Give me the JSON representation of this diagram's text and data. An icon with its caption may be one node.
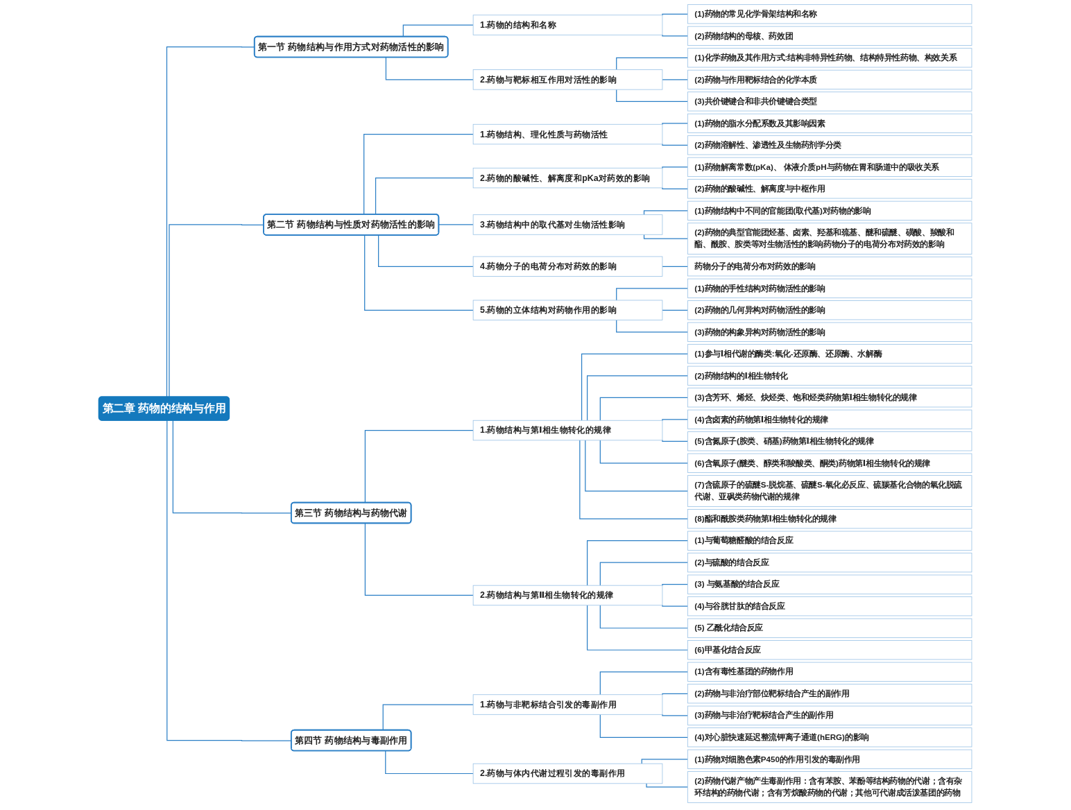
{
  "diagram": {
    "nodes": [
      {
        "text": [
          "第二章 药物的结构与作用"
        ]
      },
      {
        "text": [
          "第一节 药物结构与作用方式对药物活性的影响"
        ]
      },
      {
        "text": [
          "1.药物的结构和名称"
        ]
      },
      {
        "text": [
          "(1)药物的常见化学骨架结构和名称"
        ]
      },
      {
        "text": [
          "(2)药物结构的母核、药效团"
        ]
      },
      {
        "text": [
          "2.药物与靶标相互作用对活性的影响"
        ]
      },
      {
        "text": [
          "(1)化学药物及其作用方式:结构非特异性药物、结构特异性药物、构效关系"
        ]
      },
      {
        "text": [
          "(2)药物与作用靶标结合的化学本质"
        ]
      },
      {
        "text": [
          "(3)共价键键合和非共价键键合类型"
        ]
      },
      {
        "text": [
          "第二节 药物结构与性质对药物活性的影响"
        ]
      },
      {
        "text": [
          "1.药物结构、理化性质与药物活性"
        ]
      },
      {
        "text": [
          "(1)药物的脂水分配系数及其影响因素"
        ]
      },
      {
        "text": [
          "(2)药物溶解性、渗透性及生物药剂学分类"
        ]
      },
      {
        "text": [
          "2.药物的酸碱性、解离度和pKa对药效的影响"
        ]
      },
      {
        "text": [
          "(1)药物解离常数(pKa)、 体液介质pH与药物在胃和肠道中的吸收关系"
        ]
      },
      {
        "text": [
          "(2)药物的酸碱性、解离度与中枢作用"
        ]
      },
      {
        "text": [
          "3.药物结构中的取代基对生物活性影响"
        ]
      },
      {
        "text": [
          "(1)药物结构中不同的官能团(取代基)对药物的影响"
        ]
      },
      {
        "text": [
          "(2)药物的典型官能团烃基、卤素、羟基和巯基、醚和硫醚、磺酸、羧酸和酯、酰胺、胺类等对生物活性的影响药物分子的电荷分布对药效的影响"
        ]
      },
      {
        "text": [
          "4.药物分子的电荷分布对药效的影响"
        ]
      },
      {
        "text": [
          "药物分子的电荷分布对药效的影响"
        ]
      },
      {
        "text": [
          "5.药物的立体结构对药物作用的影响"
        ]
      },
      {
        "text": [
          "(1)药物的手性结构对药物活性的影响"
        ]
      },
      {
        "text": [
          "(2)药物的几何异构对药物活性的影响"
        ]
      },
      {
        "text": [
          "(3)药物的构象异构对药物活性的影响"
        ]
      },
      {
        "text": [
          "第三节 药物结构与药物代谢"
        ]
      },
      {
        "text": [
          "1.药物结构与第Ⅰ相生物转化的规律"
        ]
      },
      {
        "text": [
          "(1)参与Ⅰ相代谢的酶类:氧化-还原酶、还原酶、水解酶"
        ]
      },
      {
        "text": [
          "(2)药物结构的Ⅰ相生物转化"
        ]
      },
      {
        "text": [
          "(3)含芳环、烯烃、炔烃类、饱和烃类药物第Ⅰ相生物转化的规律"
        ]
      },
      {
        "text": [
          "(4)含卤素的药物第Ⅰ相生物转化的规律"
        ]
      },
      {
        "text": [
          "(5)含氮原子(胺类、硝基)药物第Ⅰ相生物转化的规律"
        ]
      },
      {
        "text": [
          "(6)含氧原子(醚类、醇类和羧酸类、酮类)药物第Ⅰ相生物转化的规律"
        ]
      },
      {
        "text": [
          "(7)含硫原子的硫醚S-脱烷基、硫醚S-氧化必反应、硫羰基化合物的氧化脱硫代谢、亚砜类药物代谢的规律"
        ]
      },
      {
        "text": [
          "(8)酯和酰胺类药物第Ⅰ相生物转化的规律"
        ]
      },
      {
        "text": [
          "2.药物结构与第Ⅱ相生物转化的规律"
        ]
      },
      {
        "text": [
          "(1)与葡萄糖醛酸的结合反应"
        ]
      },
      {
        "text": [
          "(2)与硫酸的结合反应"
        ]
      },
      {
        "text": [
          "(3) 与氨基酸的结合反应"
        ]
      },
      {
        "text": [
          "(4)与谷胱甘肽的结合反应"
        ]
      },
      {
        "text": [
          "(5) 乙酰化结合反应"
        ]
      },
      {
        "text": [
          "(6)甲基化结合反应"
        ]
      },
      {
        "text": [
          "第四节 药物结构与毒副作用"
        ]
      },
      {
        "text": [
          "1.药物与非靶标结合引发的毒副作用"
        ]
      },
      {
        "text": [
          "(1)含有毒性基团的药物作用"
        ]
      },
      {
        "text": [
          "(2)药物与非治疗部位靶标结合产生的副作用"
        ]
      },
      {
        "text": [
          "(3)药物与非治疗靶标结合产生的副作用"
        ]
      },
      {
        "text": [
          "(4)对心脏快速延迟整流钾离子通道(hERG)的影响"
        ]
      },
      {
        "text": [
          "2.药物与体内代谢过程引发的毒副作用"
        ]
      },
      {
        "text": [
          "(1)药物对细胞色素P450的作用引发的毒副作用"
        ]
      },
      {
        "text": [
          "(2)药物代谢产物产生毒副作用：含有苯胺、苯酚等结构药物的代谢；含有杂环结构的药物代谢；含有芳烷酸药物的代谢；其他可代谢成活泼基团的药物"
        ]
      }
    ],
    "edges": [
      {
        "from": 0,
        "to": 1,
        "arrow": "none"
      },
      {
        "from": 1,
        "to": 2,
        "arrow": "none"
      },
      {
        "from": 2,
        "to": 3,
        "arrow": "none"
      },
      {
        "from": 2,
        "to": 4,
        "arrow": "none"
      },
      {
        "from": 1,
        "to": 5,
        "arrow": "none"
      },
      {
        "from": 5,
        "to": 6,
        "arrow": "none"
      },
      {
        "from": 5,
        "to": 7,
        "arrow": "none"
      },
      {
        "from": 5,
        "to": 8,
        "arrow": "none"
      },
      {
        "from": 0,
        "to": 9,
        "arrow": "none"
      },
      {
        "from": 9,
        "to": 10,
        "arrow": "none"
      },
      {
        "from": 10,
        "to": 11,
        "arrow": "none"
      },
      {
        "from": 10,
        "to": 12,
        "arrow": "none"
      },
      {
        "from": 9,
        "to": 13,
        "arrow": "none"
      },
      {
        "from": 13,
        "to": 14,
        "arrow": "none"
      },
      {
        "from": 13,
        "to": 15,
        "arrow": "none"
      },
      {
        "from": 9,
        "to": 16,
        "arrow": "none"
      },
      {
        "from": 16,
        "to": 17,
        "arrow": "none"
      },
      {
        "from": 16,
        "to": 18,
        "arrow": "none"
      },
      {
        "from": 9,
        "to": 19,
        "arrow": "none"
      },
      {
        "from": 19,
        "to": 20,
        "arrow": "none"
      },
      {
        "from": 9,
        "to": 21,
        "arrow": "none"
      },
      {
        "from": 21,
        "to": 22,
        "arrow": "none"
      },
      {
        "from": 21,
        "to": 23,
        "arrow": "none"
      },
      {
        "from": 21,
        "to": 24,
        "arrow": "none"
      },
      {
        "from": 0,
        "to": 25,
        "arrow": "none"
      },
      {
        "from": 25,
        "to": 26,
        "arrow": "none"
      },
      {
        "from": 26,
        "to": 27,
        "arrow": "none"
      },
      {
        "from": 26,
        "to": 28,
        "arrow": "none"
      },
      {
        "from": 26,
        "to": 29,
        "arrow": "none"
      },
      {
        "from": 26,
        "to": 30,
        "arrow": "none"
      },
      {
        "from": 26,
        "to": 31,
        "arrow": "none"
      },
      {
        "from": 26,
        "to": 32,
        "arrow": "none"
      },
      {
        "from": 26,
        "to": 33,
        "arrow": "none"
      },
      {
        "from": 26,
        "to": 34,
        "arrow": "none"
      },
      {
        "from": 25,
        "to": 35,
        "arrow": "none"
      },
      {
        "from": 35,
        "to": 36,
        "arrow": "none"
      },
      {
        "from": 35,
        "to": 37,
        "arrow": "none"
      },
      {
        "from": 35,
        "to": 38,
        "arrow": "none"
      },
      {
        "from": 35,
        "to": 39,
        "arrow": "none"
      },
      {
        "from": 35,
        "to": 40,
        "arrow": "none"
      },
      {
        "from": 35,
        "to": 41,
        "arrow": "none"
      },
      {
        "from": 0,
        "to": 42,
        "arrow": "none"
      },
      {
        "from": 42,
        "to": 43,
        "arrow": "none"
      },
      {
        "from": 43,
        "to": 44,
        "arrow": "none"
      },
      {
        "from": 43,
        "to": 45,
        "arrow": "none"
      },
      {
        "from": 43,
        "to": 46,
        "arrow": "none"
      },
      {
        "from": 43,
        "to": 47,
        "arrow": "none"
      },
      {
        "from": 42,
        "to": 48,
        "arrow": "none"
      },
      {
        "from": 48,
        "to": 49,
        "arrow": "none"
      },
      {
        "from": 48,
        "to": 50,
        "arrow": "none"
      }
    ]
  }
}
